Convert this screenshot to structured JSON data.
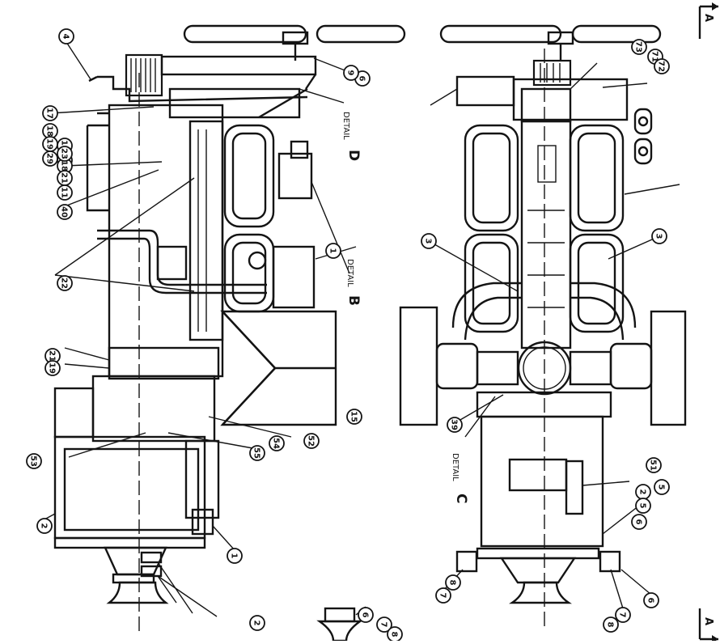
{
  "section_marker": "A",
  "detail_prefix": "DETAIL",
  "details": [
    "D",
    "B",
    "C"
  ],
  "callout_numbers": [
    "4",
    "6",
    "9",
    "17",
    "18",
    "19",
    "29",
    "10",
    "1",
    "3",
    "3",
    "2",
    "5",
    "6",
    "7",
    "8",
    "6",
    "7",
    "8",
    "6",
    "7",
    "8",
    "2",
    "52",
    "53",
    "54",
    "55",
    "1",
    "21",
    "19",
    "40",
    "22",
    "17",
    "18",
    "21",
    "11",
    "23",
    "15",
    "39",
    "51",
    "2",
    "5",
    "71",
    "72",
    "73"
  ],
  "colors": {
    "ink": "#141414",
    "paper": "#ffffff"
  }
}
